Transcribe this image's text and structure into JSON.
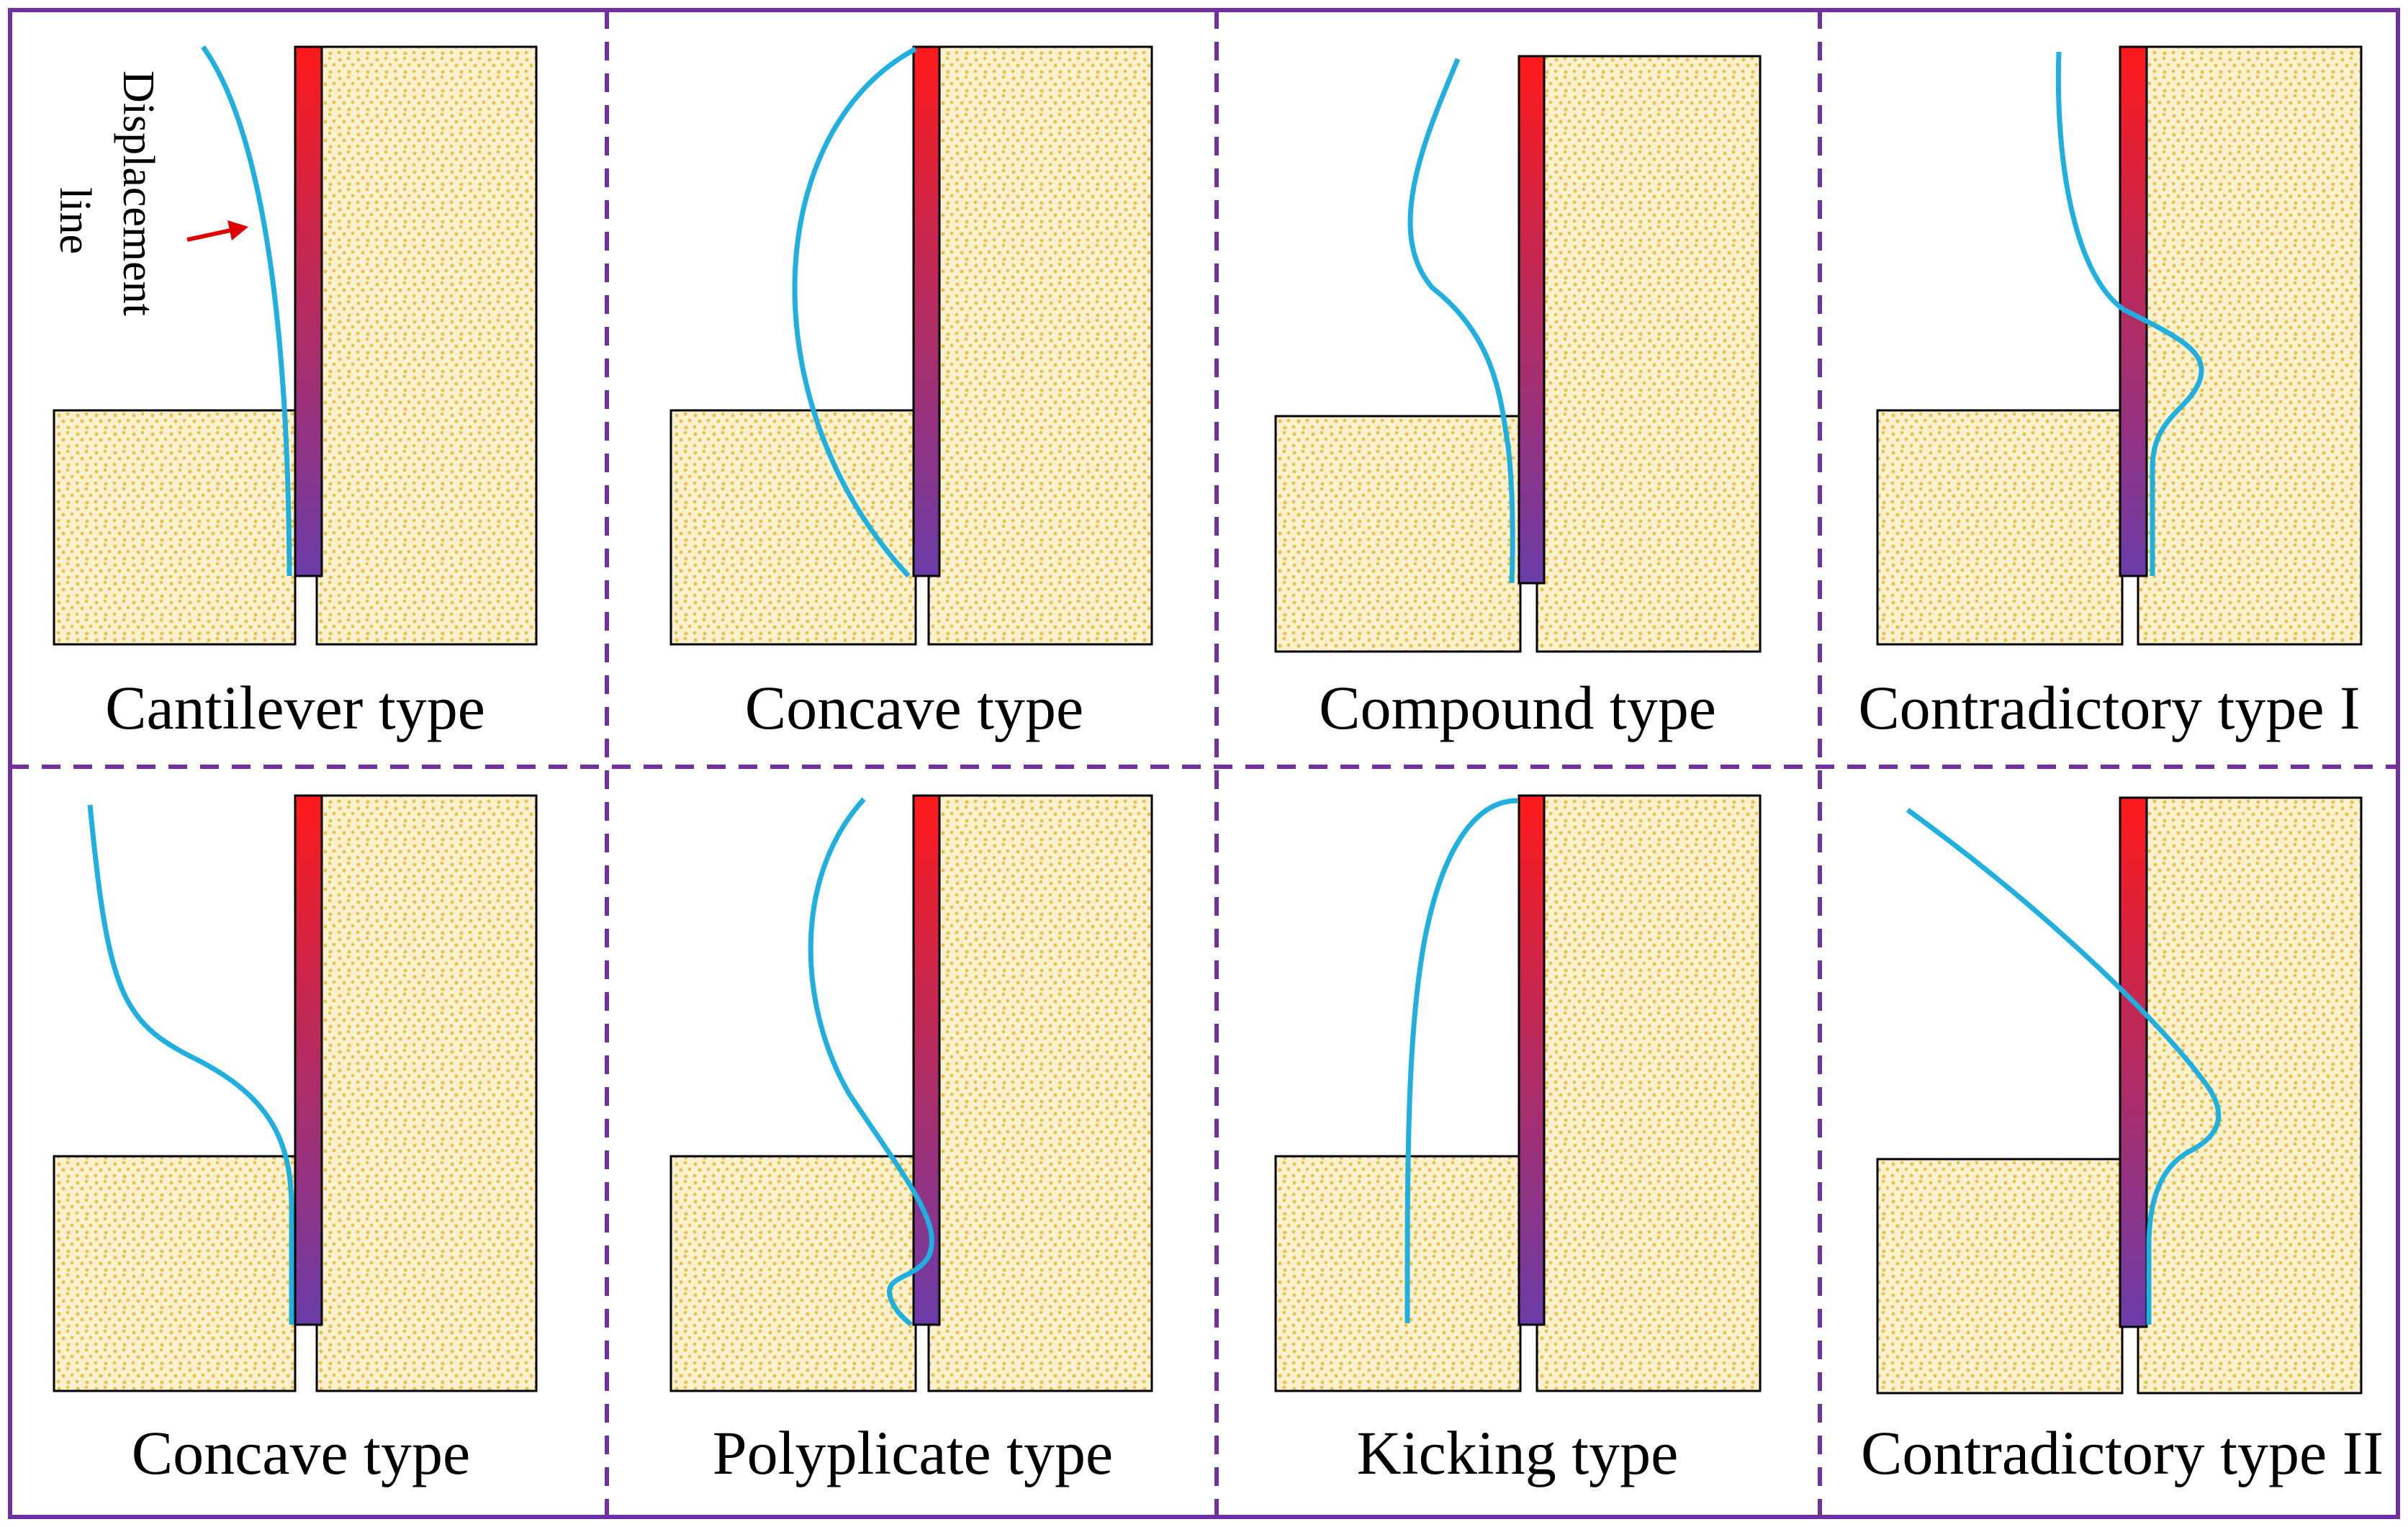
{
  "annotation": {
    "line1": "Displacement",
    "line2": "line"
  },
  "panels": [
    {
      "caption": "Cantilever type"
    },
    {
      "caption": "Concave type"
    },
    {
      "caption": "Compound type"
    },
    {
      "caption": "Contradictory type I"
    },
    {
      "caption": "Concave type"
    },
    {
      "caption": "Polyplicate type"
    },
    {
      "caption": "Kicking type"
    },
    {
      "caption": "Contradictory type II"
    }
  ],
  "colors": {
    "border": "#7030A0",
    "soil_fill": "#FBF1CF",
    "soil_dot": "#E8C24A",
    "displacement_line": "#1FB0E0",
    "wall_top": "#FF1A1A",
    "wall_bottom": "#6A3CA8",
    "arrow": "#E00000"
  }
}
